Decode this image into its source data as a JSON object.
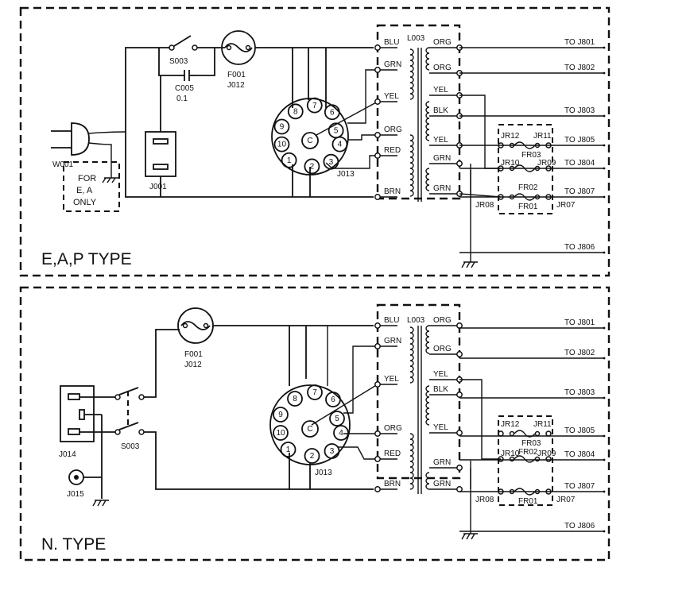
{
  "panels": {
    "top": {
      "title": "E,A,P TYPE",
      "labels": {
        "plug": "W001",
        "switch": "S003",
        "capacitor": "C005",
        "capacitor_value": "0.1",
        "fuse": "F001",
        "fuse_jack": "J012",
        "socket": "J001",
        "for_note": [
          "FOR",
          "E, A",
          "ONLY"
        ],
        "transformer": "L003",
        "connector": "J013"
      }
    },
    "bottom": {
      "title": "N. TYPE",
      "labels": {
        "outlet": "J014",
        "jack": "J015",
        "switch": "S003",
        "fuse": "F001",
        "fuse_jack": "J012",
        "transformer": "L003",
        "connector": "J013"
      }
    }
  },
  "octal_pins": [
    "1",
    "2",
    "3",
    "4",
    "5",
    "6",
    "7",
    "8",
    "9",
    "10",
    "C"
  ],
  "primary_taps": [
    "BLU",
    "GRN",
    "YEL",
    "ORG",
    "RED",
    "BRN"
  ],
  "secondary_taps": [
    "ORG",
    "ORG",
    "YEL",
    "BLK",
    "YEL",
    "GRN",
    "GRN"
  ],
  "outputs": [
    "TO J801",
    "TO J802",
    "TO J803",
    "TO J805",
    "TO J804",
    "TO J807",
    "TO J806"
  ],
  "fuse_box": {
    "jumpers": [
      "JR12",
      "JR11",
      "JR10",
      "JR09",
      "JR08",
      "JR07"
    ],
    "fuses": [
      "FR03",
      "FR02",
      "FR01"
    ]
  }
}
